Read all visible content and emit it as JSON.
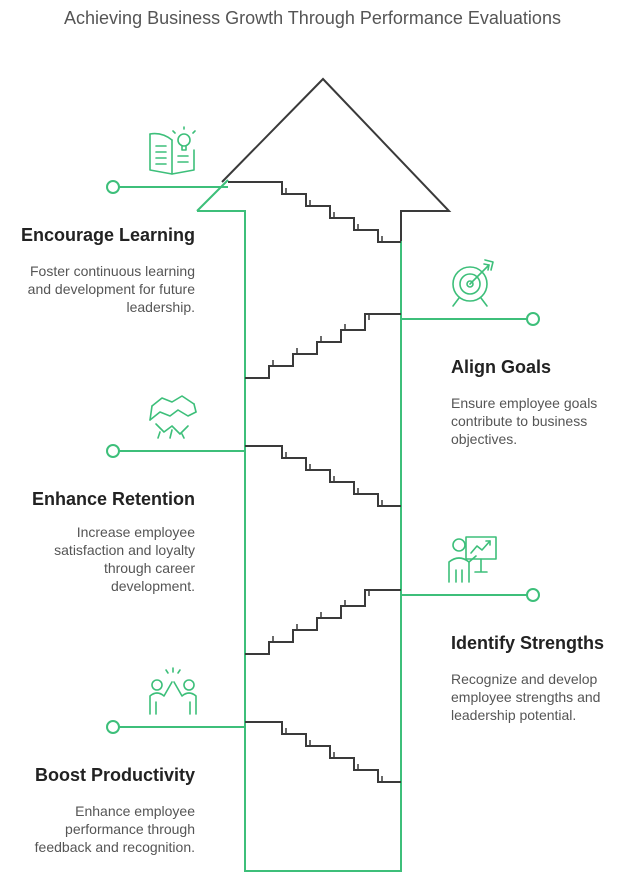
{
  "title": "Achieving Business Growth Through Performance Evaluations",
  "colors": {
    "accent": "#3dbf7a",
    "outline": "#3a3a3a",
    "title_text": "#555555",
    "heading_text": "#222222",
    "body_text": "#555555"
  },
  "steps": [
    {
      "title": "Encourage Learning",
      "description": "Foster continuous learning and development for future leadership.",
      "icon": "book-lightbulb-icon"
    },
    {
      "title": "Align Goals",
      "description": "Ensure employee goals contribute to business objectives.",
      "icon": "target-arrow-icon"
    },
    {
      "title": "Enhance Retention",
      "description": "Increase employee satisfaction and loyalty through career development.",
      "icon": "handshake-icon"
    },
    {
      "title": "Identify Strengths",
      "description": "Recognize and develop employee strengths and leadership potential.",
      "icon": "presentation-chart-icon"
    },
    {
      "title": "Boost Productivity",
      "description": "Enhance employee performance through feedback and recognition.",
      "icon": "high-five-icon"
    }
  ]
}
